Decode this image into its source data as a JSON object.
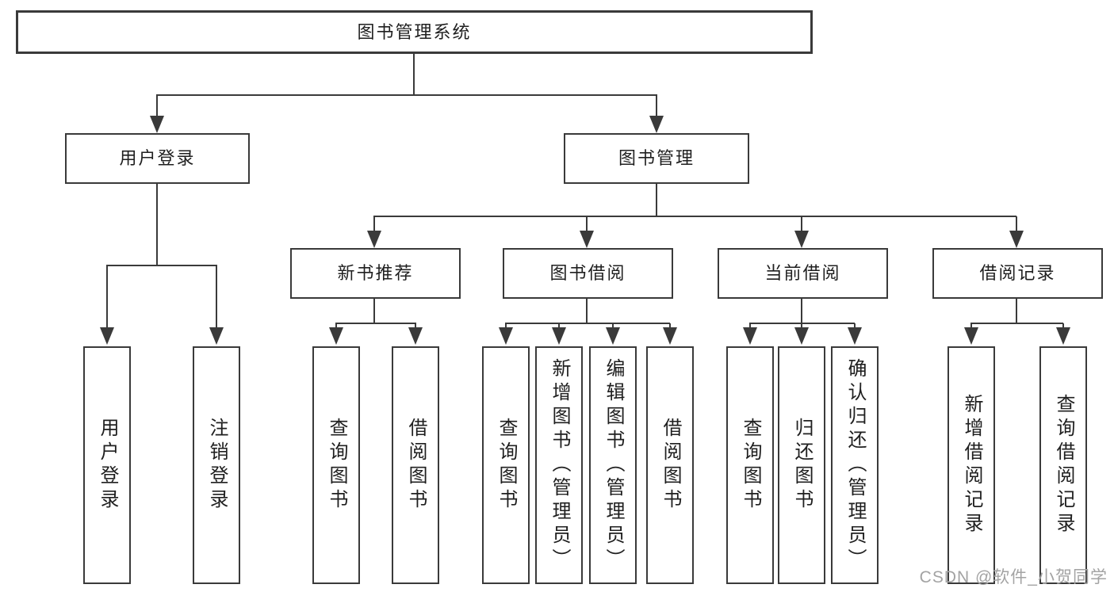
{
  "tree": {
    "root": "图书管理系统",
    "level2": [
      "用户登录",
      "图书管理"
    ],
    "level3": [
      "新书推荐",
      "图书借阅",
      "当前借阅",
      "借阅记录"
    ],
    "leaves": {
      "login": [
        "用户登录",
        "注销登录"
      ],
      "recommend": [
        "查询图书",
        "借阅图书"
      ],
      "borrow": [
        "查询图书",
        "新增图书（管理员）",
        "编辑图书（管理员）",
        "借阅图书"
      ],
      "current": [
        "查询图书",
        "归还图书",
        "确认归还（管理员）"
      ],
      "records": [
        "新增借阅记录",
        "查询借阅记录"
      ]
    }
  },
  "watermark": {
    "text": "CSDN @软件_小贺同学"
  },
  "colors": {
    "line": "#3a3a3a",
    "text": "#1f1f1f",
    "watermark": "#a3a3a3",
    "background": "#ffffff"
  }
}
